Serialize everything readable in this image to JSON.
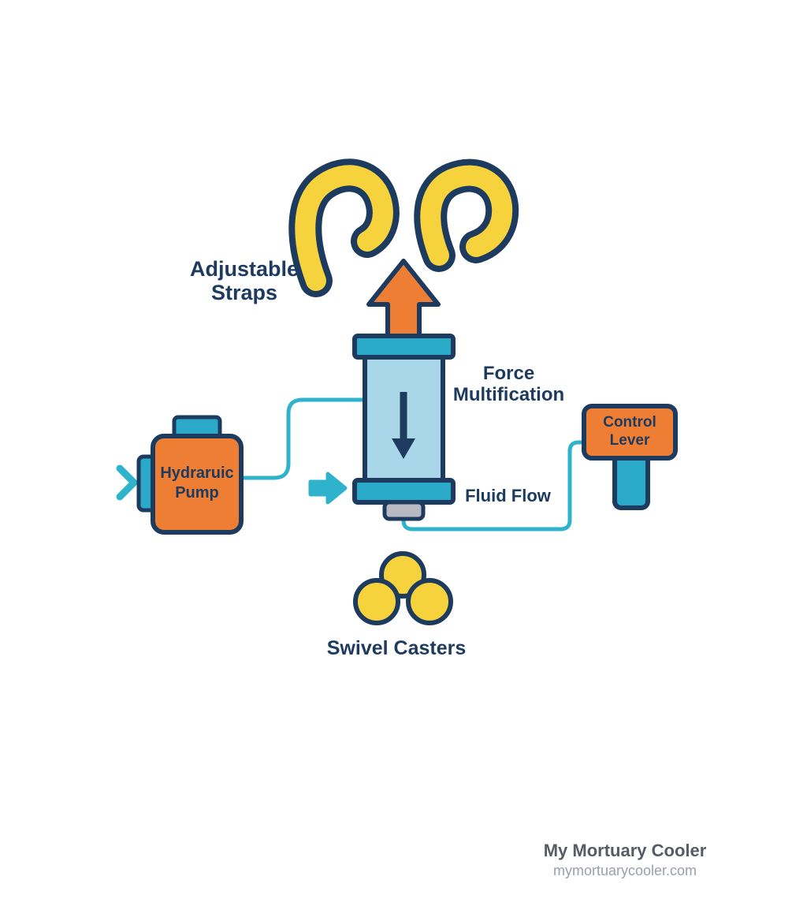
{
  "diagram": {
    "labels": {
      "straps": {
        "line1": "Adjustable",
        "line2": "Straps"
      },
      "force": {
        "line1": "Force",
        "line2": "Multification"
      },
      "fluid_flow": "Fluid Flow",
      "swivel_casters": "Swivel Casters",
      "pump": {
        "line1": "Hydraruic",
        "line2": "Pump"
      },
      "control": {
        "line1": "Control",
        "line2": "Lever"
      }
    },
    "icons": {
      "strap_hooks": "hook-icon",
      "lift_arrow": "up-arrow-icon",
      "piston_arrow": "down-arrow-icon",
      "fluid_flow_arrow": "right-arrow-icon",
      "inlet_chevron": "chevron-right-icon",
      "casters": "wheel-circle-icon"
    },
    "colors": {
      "outline_navy": "#1d3a5f",
      "orange": "#ee7e33",
      "teal": "#2aaac8",
      "light_blue": "#a9d6e8",
      "yellow": "#f6d33c",
      "gray": "#b7bac2",
      "line_teal": "#2fb3cd",
      "text_navy": "#1d3a5f",
      "footer_dark": "#565b64",
      "footer_light": "#99a0a8"
    }
  },
  "footer": {
    "brand": "My Mortuary Cooler",
    "url": "mymortuarycooler.com"
  }
}
